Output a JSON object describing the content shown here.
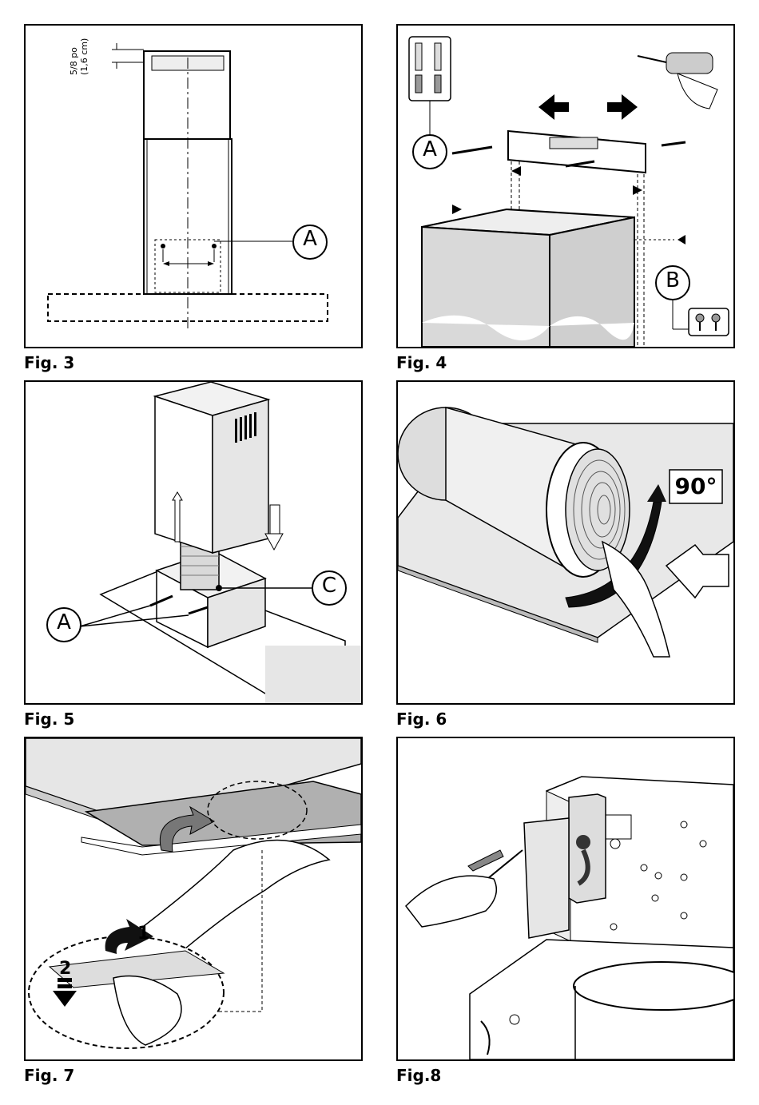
{
  "figures": [
    {
      "caption": "Fig. 3",
      "callouts": [
        "A"
      ],
      "dimension": [
        "5/8 po",
        "(1,6 cm)"
      ]
    },
    {
      "caption": "Fig. 4",
      "callouts": [
        "A",
        "B"
      ]
    },
    {
      "caption": "Fig. 5",
      "callouts": [
        "A",
        "C"
      ]
    },
    {
      "caption": "Fig. 6",
      "angle": "90°"
    },
    {
      "caption": "Fig. 7",
      "steps": [
        "1",
        "2"
      ]
    },
    {
      "caption": "Fig.8"
    }
  ]
}
